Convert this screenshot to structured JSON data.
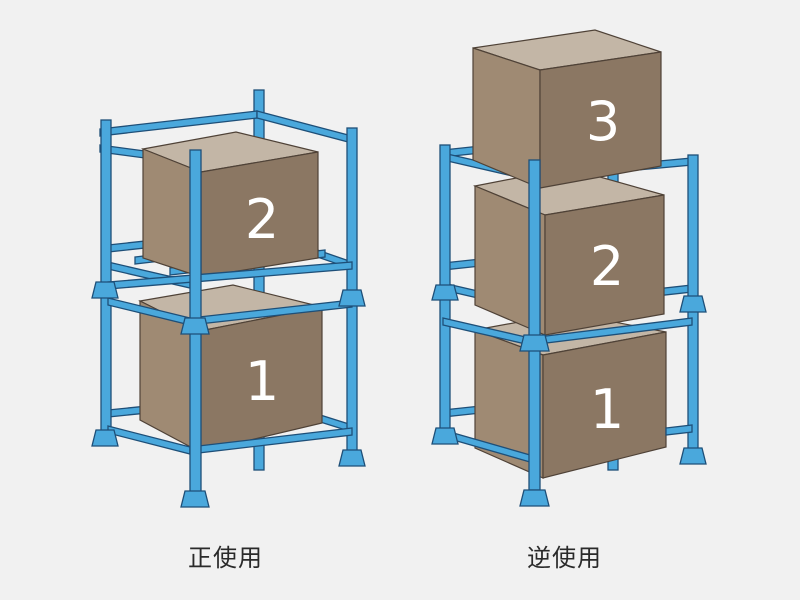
{
  "left": {
    "caption": "正使用",
    "boxes": [
      {
        "number": "2"
      },
      {
        "number": "1"
      }
    ]
  },
  "right": {
    "caption": "逆使用",
    "boxes": [
      {
        "number": "3"
      },
      {
        "number": "2"
      },
      {
        "number": "1"
      }
    ]
  },
  "colors": {
    "background": "#f1f1f1",
    "rack_blue": "#4aa8dc",
    "rack_outline": "#1e4f78",
    "box_top": "#c3b6a6",
    "box_front": "#9f8a73",
    "box_side": "#8b7763"
  }
}
